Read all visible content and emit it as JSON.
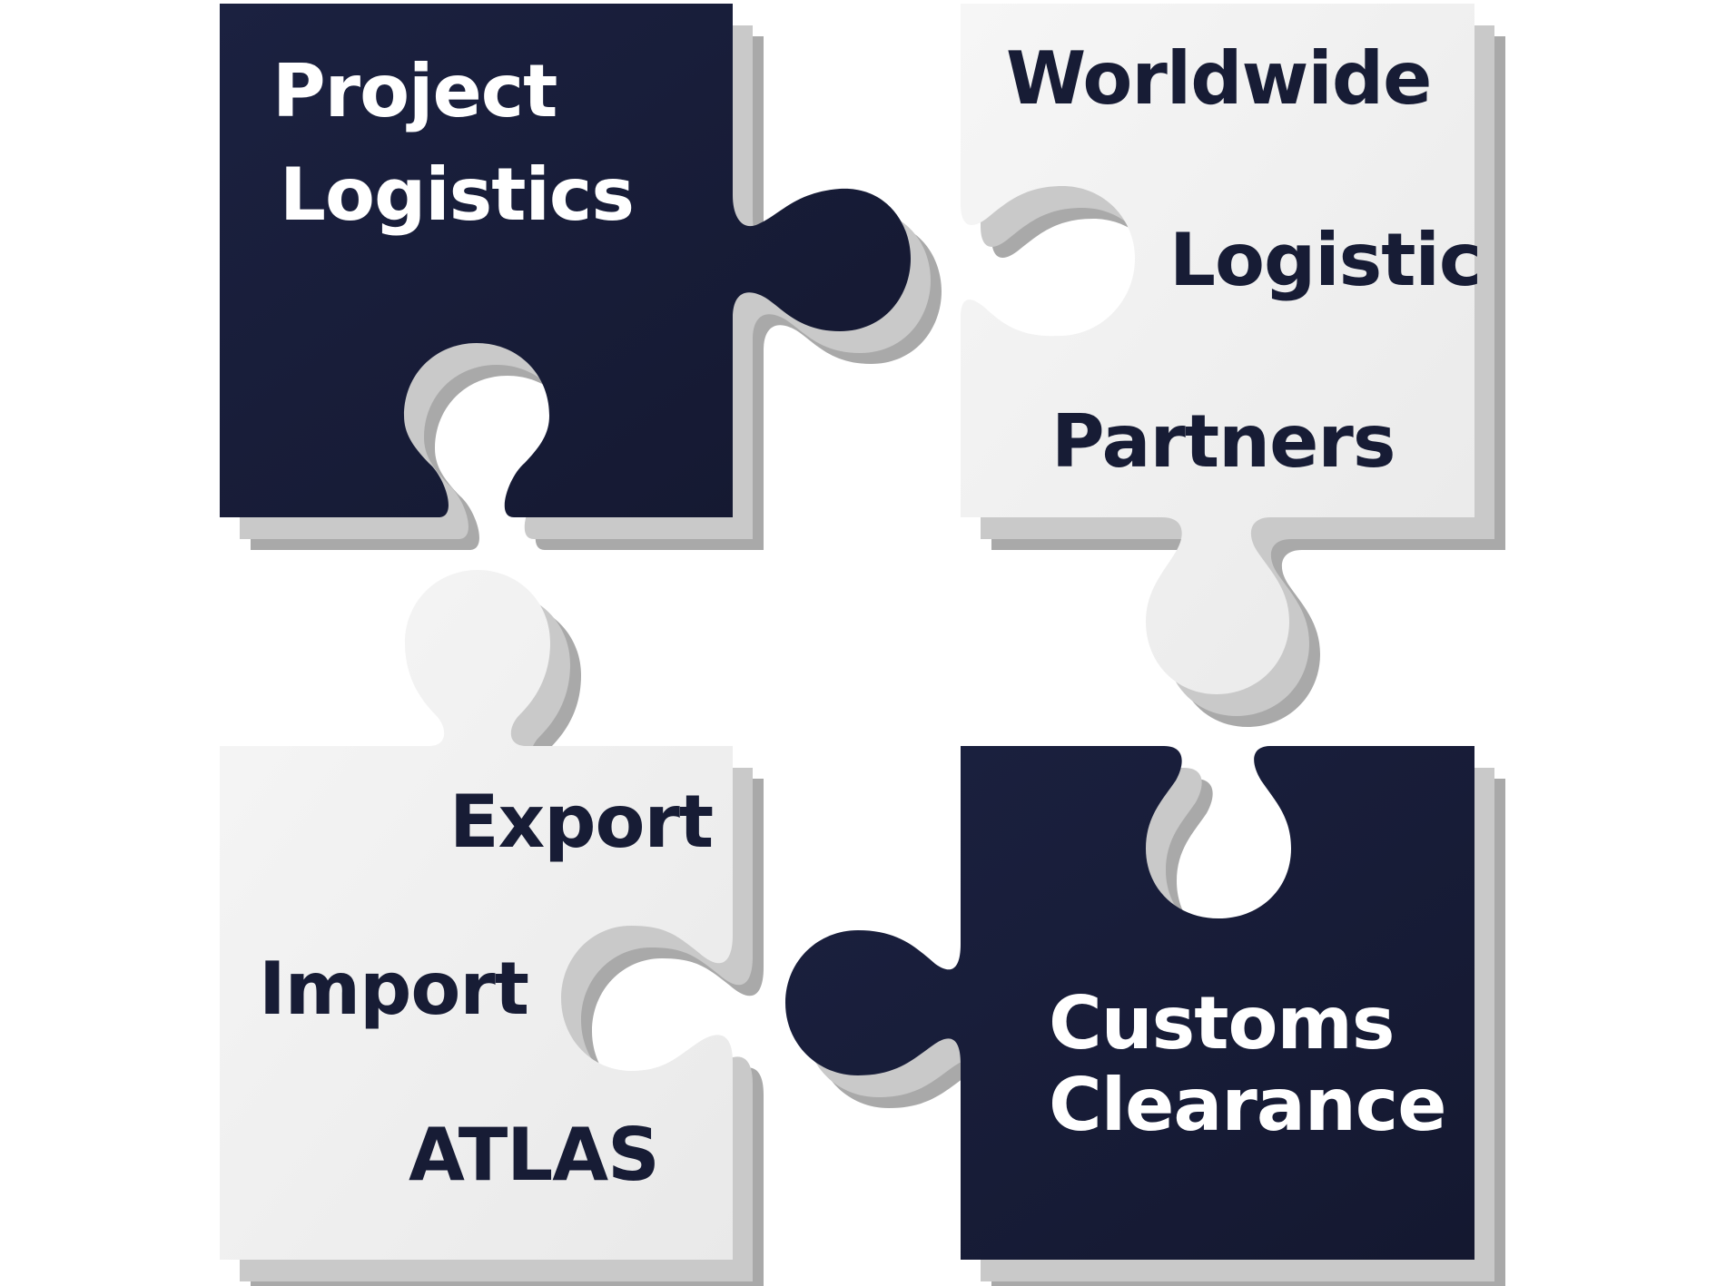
{
  "colors": {
    "dark": "#171c35",
    "light": "#f2f2f2",
    "light_gradient_end": "#e6e6e6",
    "shadow": "#a6a6a6",
    "shadow_inner": "#c8c8c8",
    "dark_text": "#171c35",
    "light_text": "#ffffff",
    "background": "#ffffff"
  },
  "pieces": {
    "top_left": {
      "line1": "Project",
      "line2": "Logistics"
    },
    "top_right": {
      "line1": "Worldwide",
      "line2": "Logistic",
      "line3": "Partners"
    },
    "bottom_left": {
      "line1": "Export",
      "line2": "Import",
      "line3": "ATLAS"
    },
    "bottom_right": {
      "line1": "Customs",
      "line2": "Clearance"
    }
  }
}
